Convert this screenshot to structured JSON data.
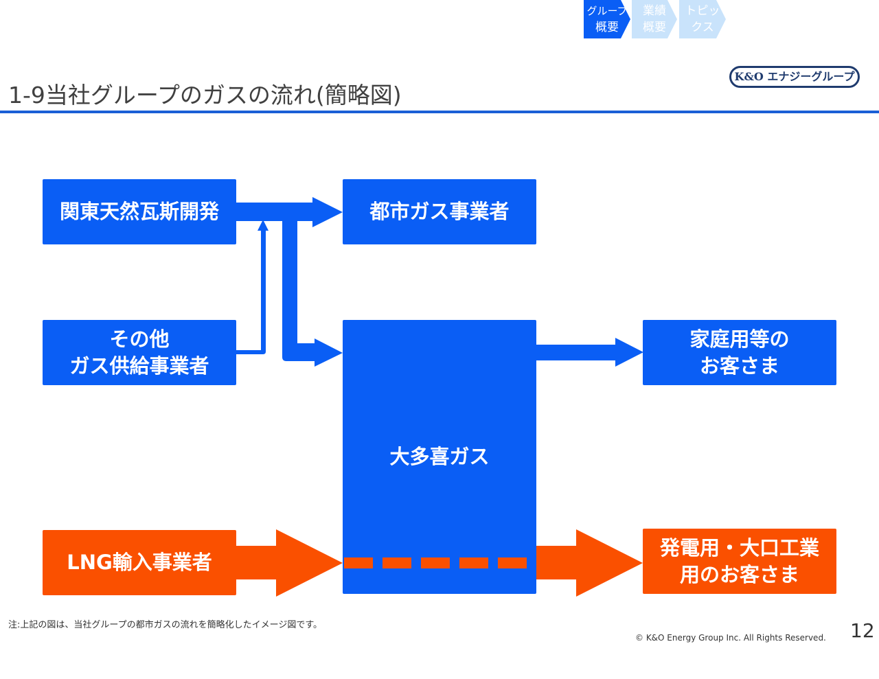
{
  "header": {
    "title": "1-9当社グループのガスの流れ(簡略図)",
    "nav_steps": [
      {
        "line1": "グループ",
        "line2": "概要",
        "active": true
      },
      {
        "line1": "業績",
        "line2": "概要",
        "active": false
      },
      {
        "line1": "トピッ",
        "line2": "クス",
        "active": false
      }
    ],
    "brand": "K&O エナジーグループ"
  },
  "diagram": {
    "nodes": {
      "kanto": {
        "label": [
          "関東天然瓦斯開発"
        ]
      },
      "toshi": {
        "label": [
          "都市ガス事業者"
        ]
      },
      "sonota": {
        "label": [
          "その他",
          "ガス供給事業者"
        ]
      },
      "otaki": {
        "label": [
          "大多喜ガス"
        ]
      },
      "katei": {
        "label": [
          "家庭用等の",
          "お客さま"
        ]
      },
      "lng": {
        "label": [
          "LNG輸入事業者"
        ]
      },
      "hatsuden": {
        "label": [
          "発電用・大口工業",
          "用のお客さま"
        ]
      }
    },
    "colors": {
      "city_gas": "#0a5ef5",
      "lng": "#fa5000"
    }
  },
  "footer": {
    "note": "注:上記の図は、当社グループの都市ガスの流れを簡略化したイメージ図です。",
    "copyright": "© K&O Energy Group Inc. All Rights Reserved.",
    "page_number": "12"
  }
}
